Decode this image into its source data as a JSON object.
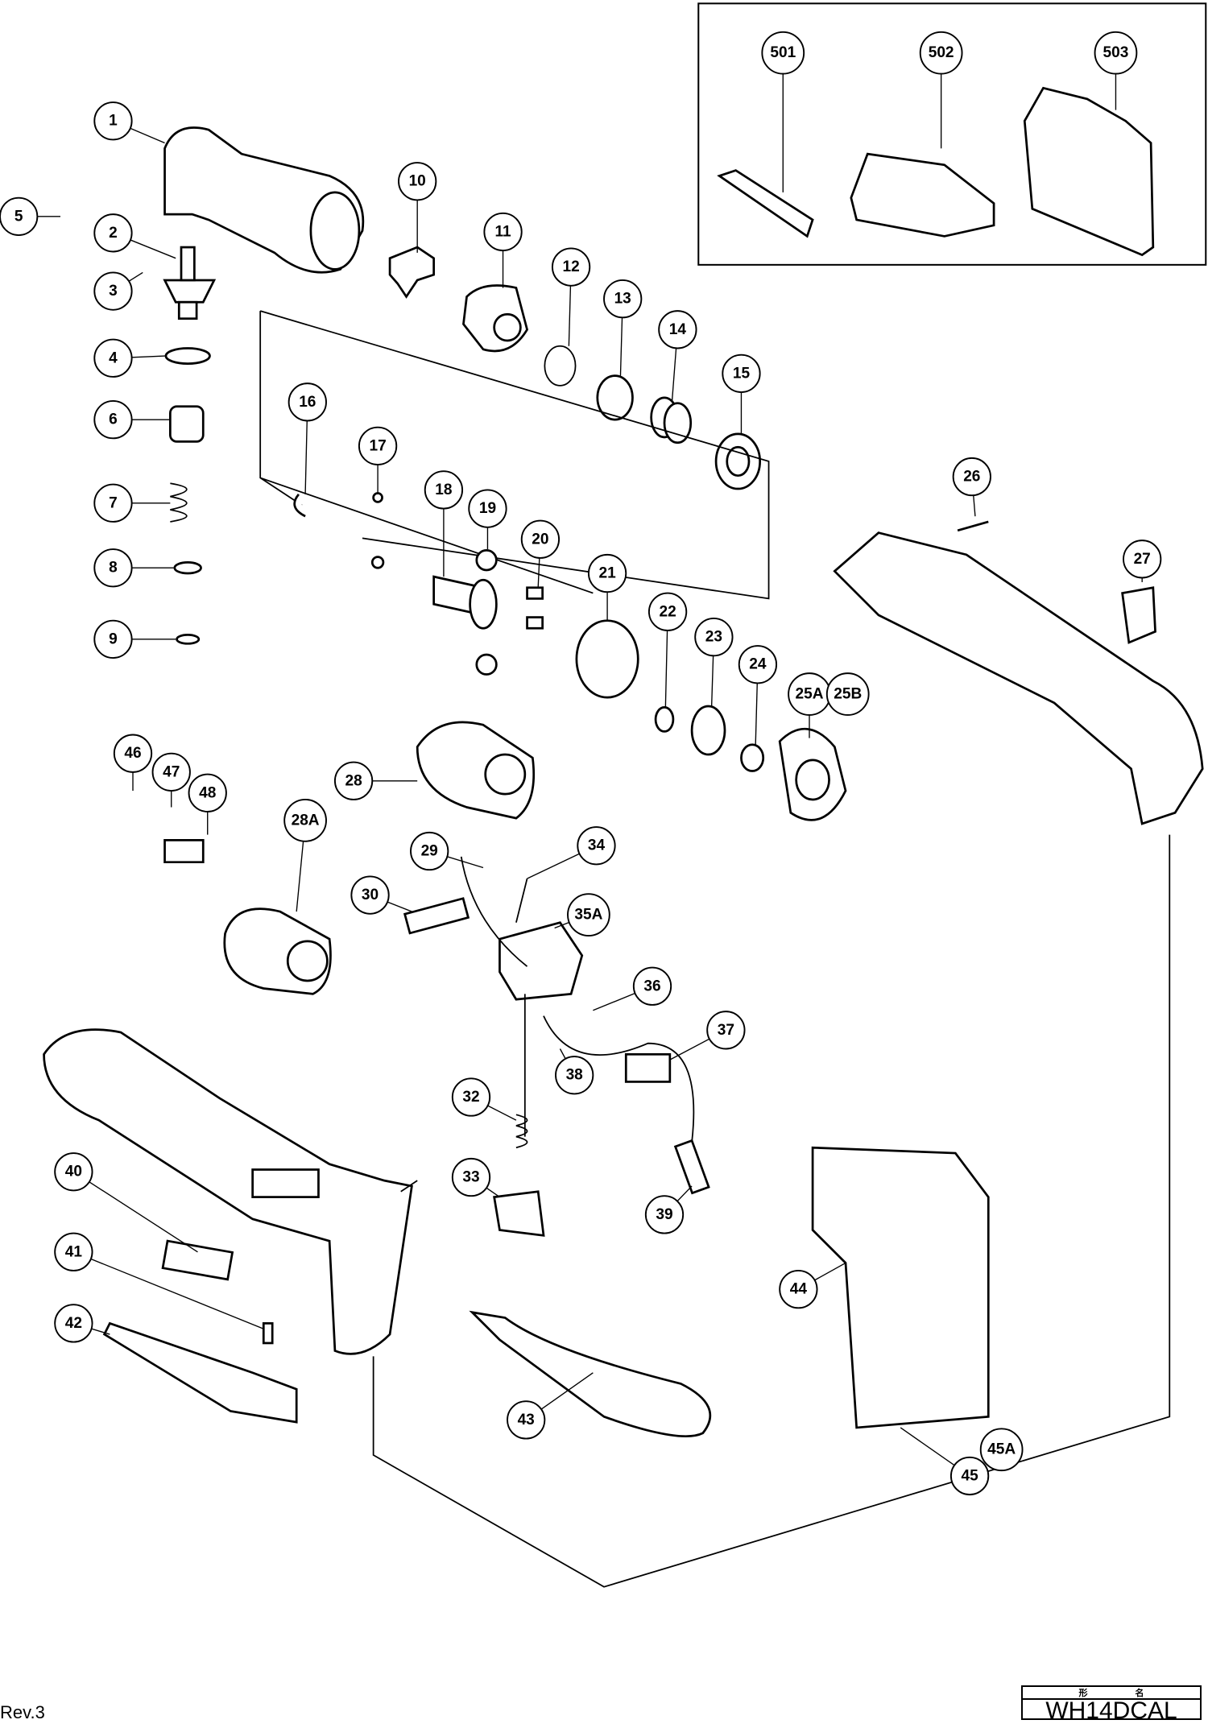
{
  "model": {
    "header_chars": [
      "形",
      "名"
    ],
    "name": "WH14DCAL"
  },
  "revision": "Rev.3",
  "accessories_box": {
    "items": [
      "501",
      "502",
      "503"
    ]
  },
  "part_numbers": [
    "1",
    "2",
    "3",
    "4",
    "5",
    "6",
    "7",
    "8",
    "9",
    "10",
    "11",
    "12",
    "13",
    "14",
    "15",
    "16",
    "17",
    "18",
    "19",
    "20",
    "21",
    "22",
    "23",
    "24",
    "25A",
    "25B",
    "26",
    "27",
    "28",
    "28A",
    "29",
    "30",
    "32",
    "33",
    "34",
    "35A",
    "36",
    "37",
    "38",
    "39",
    "40",
    "41",
    "42",
    "43",
    "44",
    "45",
    "45A",
    "46",
    "47",
    "48",
    "501",
    "502",
    "503"
  ]
}
